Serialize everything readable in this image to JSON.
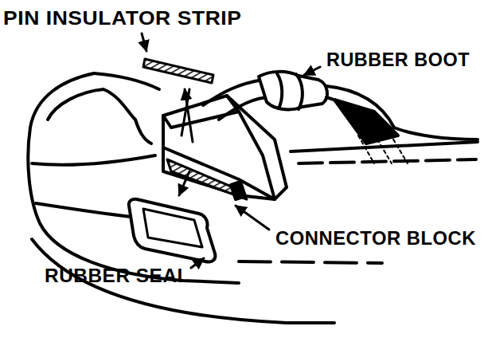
{
  "diagram": {
    "labels": [
      "PIN INSULATOR STRIP",
      "RUBBER BOOT",
      "CONNECTOR BLOCK",
      "RUBBER SEAL"
    ]
  }
}
